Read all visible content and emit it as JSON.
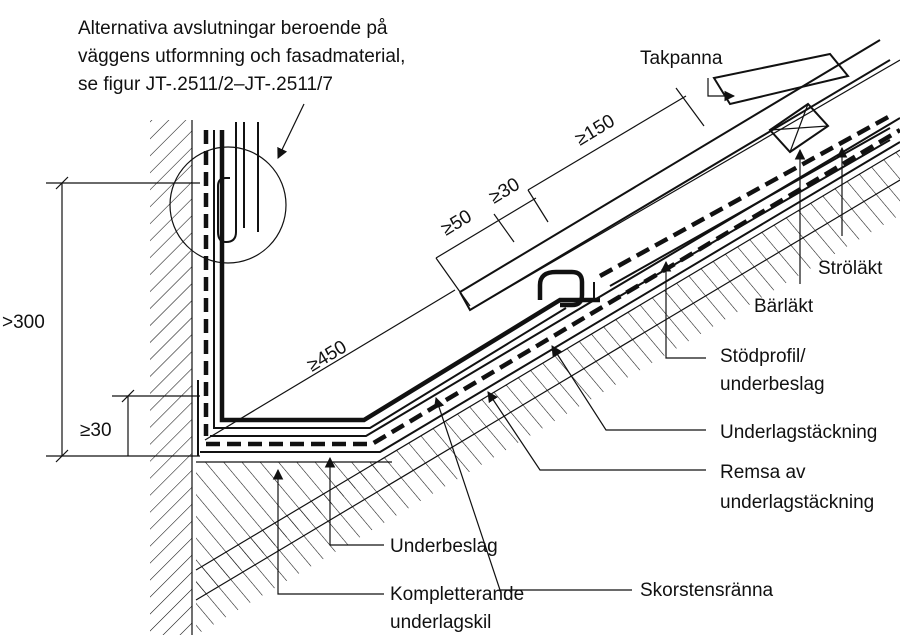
{
  "note": {
    "lines": [
      "Alternativa avslutningar beroende på",
      "väggens utformning och fasadmaterial,",
      "se figur JT-.2511/2–JT-.2511/7"
    ]
  },
  "dimensions": {
    "wall_height": ">300",
    "wall_low": "≥30",
    "slope_450": "≥450",
    "slope_50": "≥50",
    "slope_30": "≥30",
    "slope_150": "≥150"
  },
  "labels": {
    "takpanna": "Takpanna",
    "strolakt": "Ströläkt",
    "barlakt": "Bärläkt",
    "stodprofil_1": "Stödprofil/",
    "stodprofil_2": "underbeslag",
    "underlagstackning": "Underlagstäckning",
    "remsa_1": "Remsa av",
    "remsa_2": "underlagstäckning",
    "skorstensranna": "Skorstensränna",
    "underbeslag": "Underbeslag",
    "kompl_1": "Kompletterande",
    "kompl_2": "underlagskil"
  }
}
